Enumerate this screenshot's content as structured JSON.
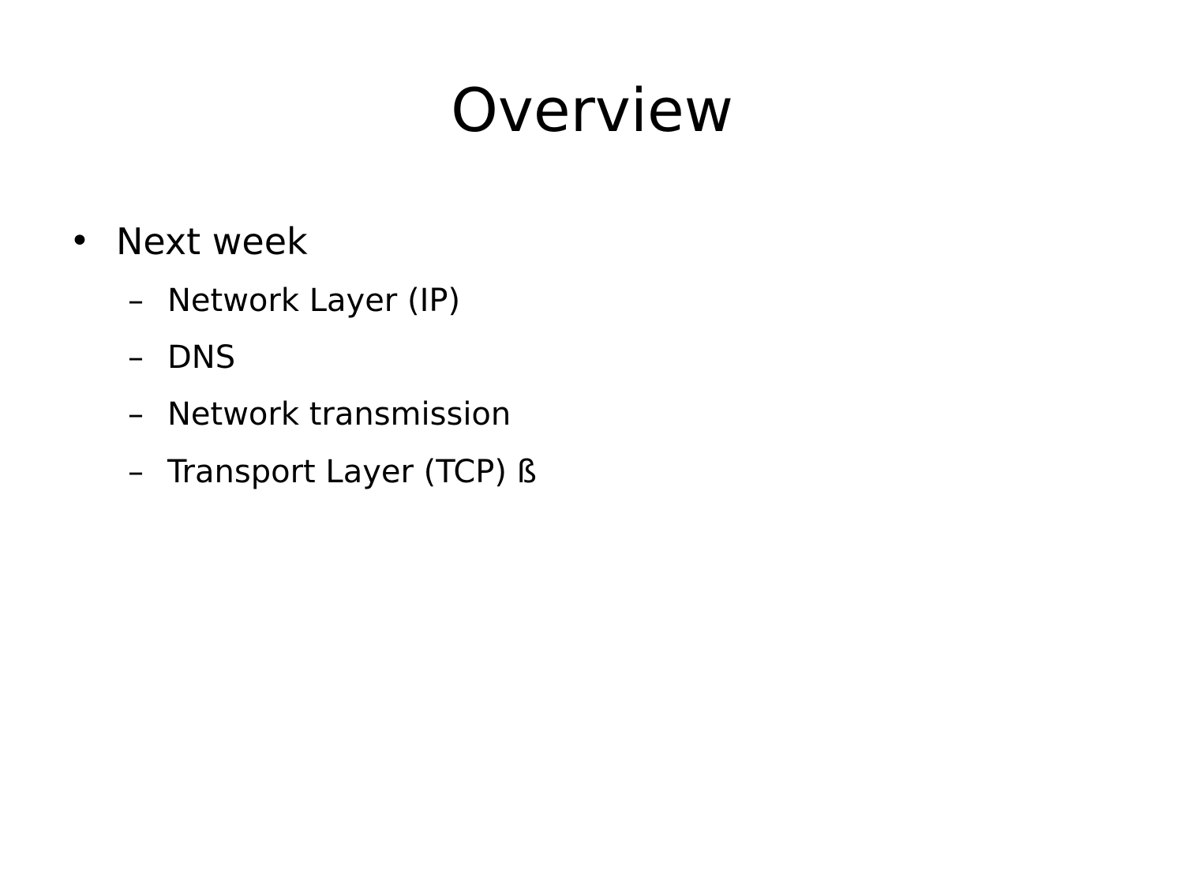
{
  "slide": {
    "title": "Overview",
    "bullets": [
      {
        "marker": "•",
        "text": "Next week",
        "subitems": [
          {
            "marker": "–",
            "text": "Network Layer (IP)"
          },
          {
            "marker": "–",
            "text": "DNS"
          },
          {
            "marker": "–",
            "text": "Network transmission"
          },
          {
            "marker": "–",
            "text": "Transport Layer (TCP) ß"
          }
        ]
      }
    ]
  }
}
